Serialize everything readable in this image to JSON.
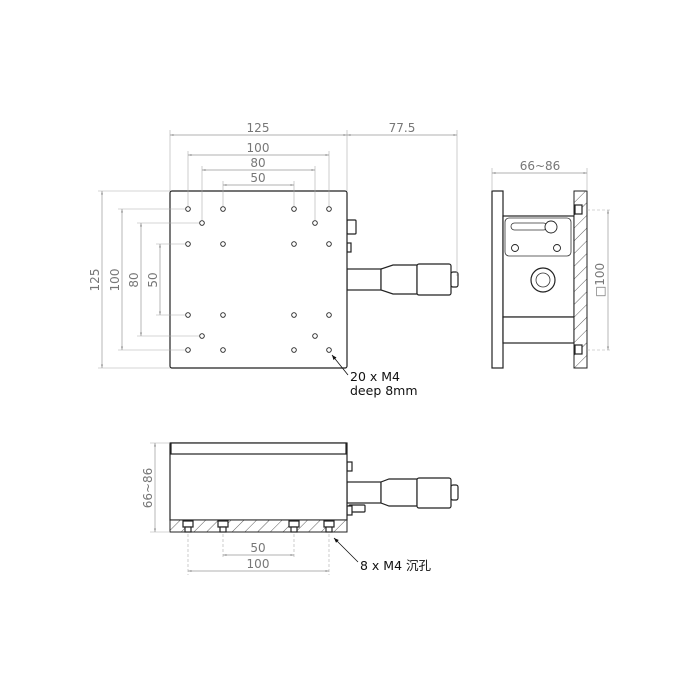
{
  "top_view": {
    "dims": {
      "width": "125",
      "micrometer_ext": "77.5",
      "h100": "100",
      "h80": "80",
      "h50": "50",
      "v125": "125",
      "v100": "100",
      "v80": "80",
      "v50": "50"
    },
    "callout_line1": "20 x M4",
    "callout_line2": "deep 8mm"
  },
  "side_view": {
    "dims": {
      "height_range": "66~86",
      "square": "□100"
    }
  },
  "front_view": {
    "dims": {
      "height_range": "66~86",
      "h50": "50",
      "h100": "100"
    },
    "callout": "8 x M4 沉孔"
  }
}
